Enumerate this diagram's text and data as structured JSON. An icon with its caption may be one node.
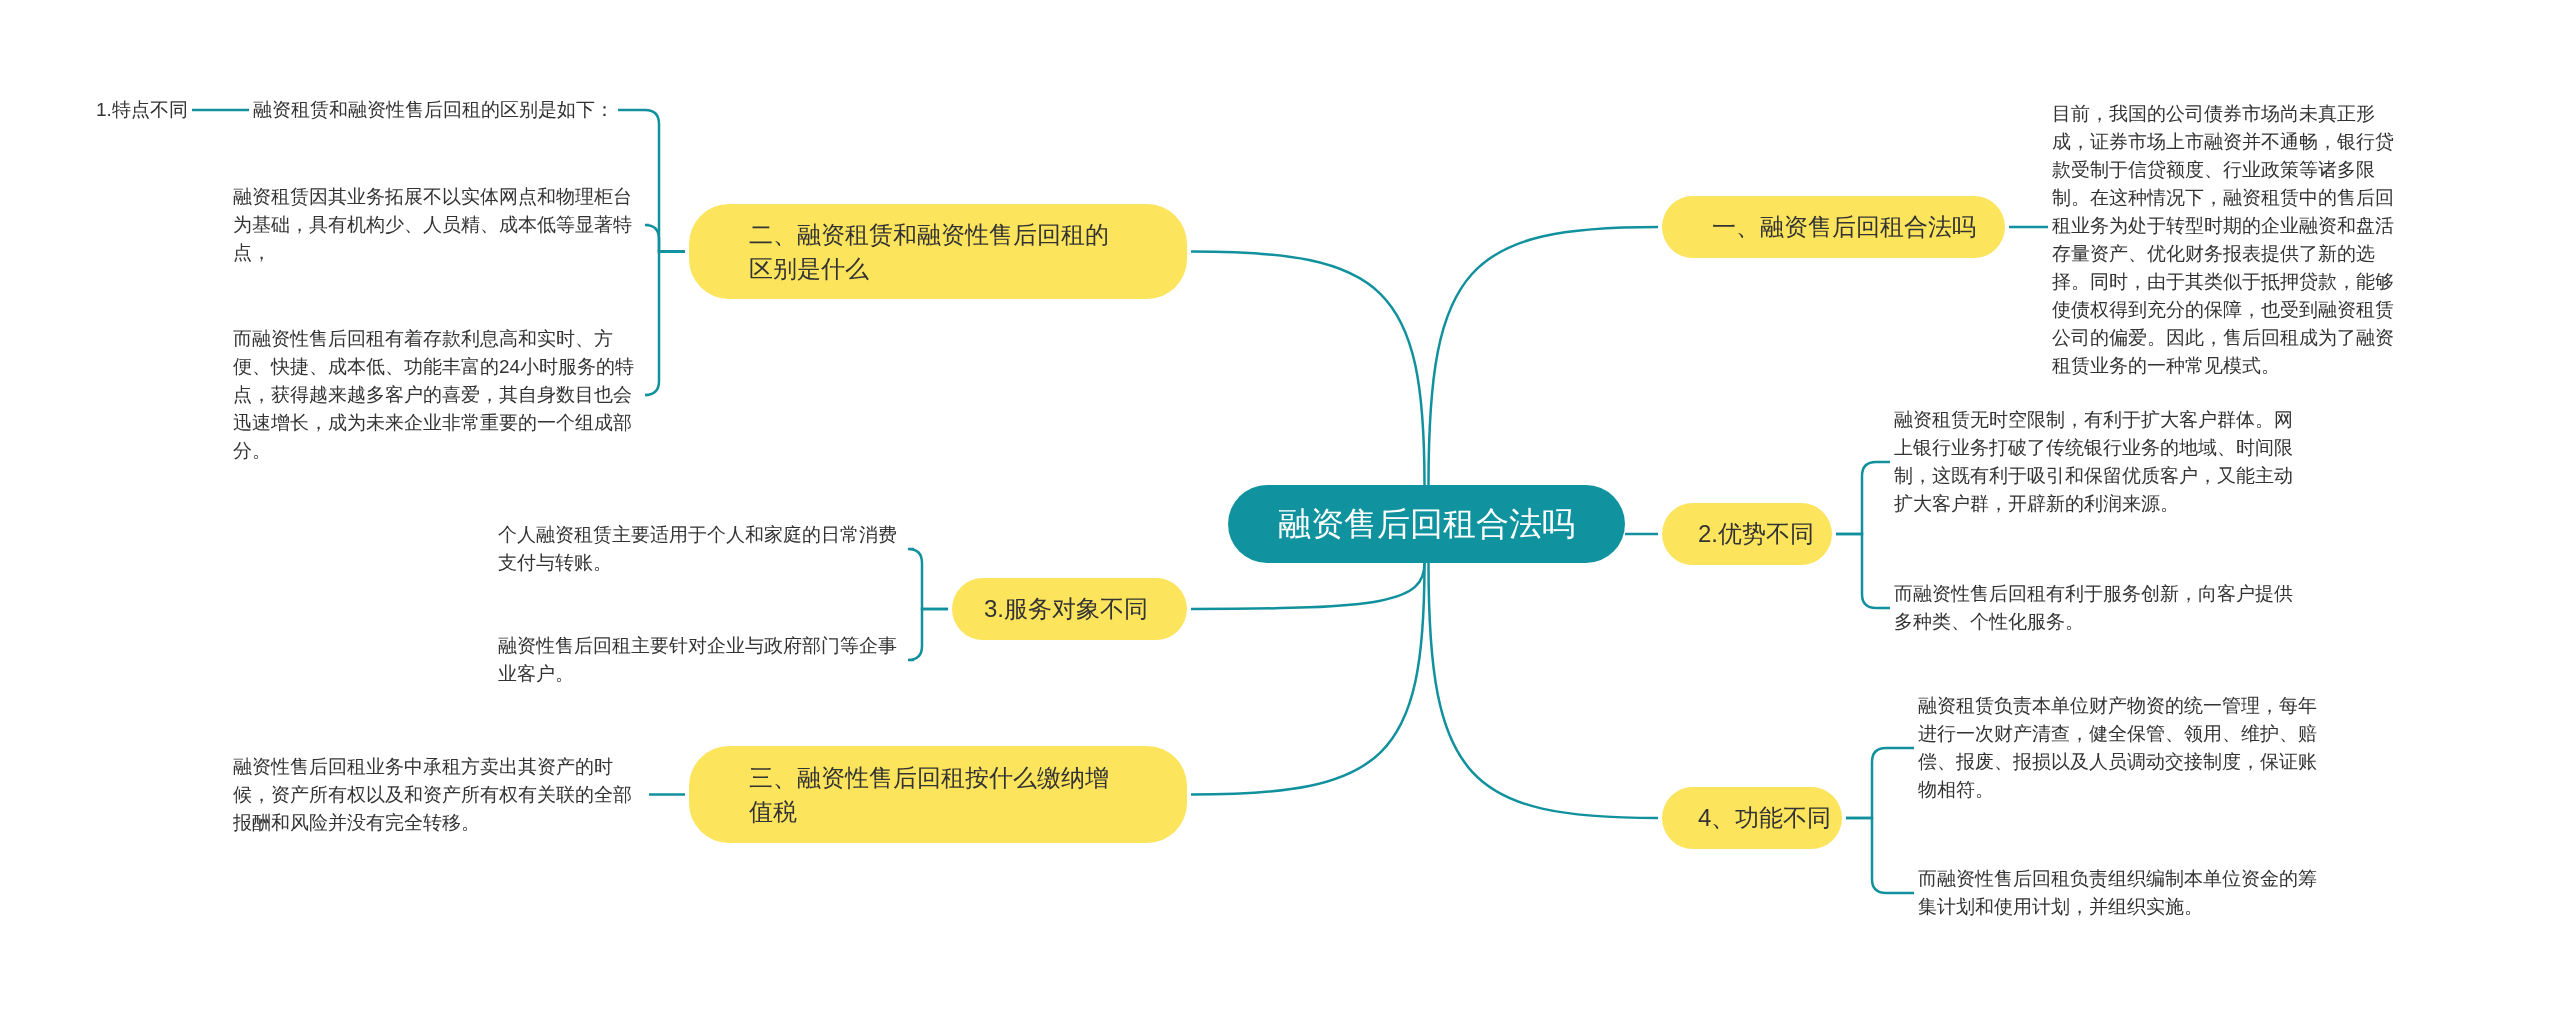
{
  "diagram": {
    "nodes": [
      {
        "text": [
          "融资售后回租合法吗"
        ]
      },
      {
        "text": [
          "一、融资售后回租合法吗"
        ]
      },
      {
        "text": [
          "目前，我国的公司债券市场尚未真正形成，证券市场上市融资并不通畅，银行贷款受制于信贷额度、行业政策等诸多限制。在这种情况下，融资租赁中的售后回租业务为处于转型时期的企业融资和盘活存量资产、优化财务报表提供了新的选择。同时，由于其类似于抵押贷款，能够使债权得到充分的保障，也受到融资租赁公司的偏爱。因此，售后回租成为了融资租赁业务的一种常见模式。"
        ]
      },
      {
        "text": [
          "2.优势不同"
        ]
      },
      {
        "text": [
          "融资租赁无时空限制，有利于扩大客户群体。网上银行业务打破了传统银行业务的地域、时间限制，这既有利于吸引和保留优质客户，又能主动扩大客户群，开辟新的利润来源。"
        ]
      },
      {
        "text": [
          "而融资性售后回租有利于服务创新，向客户提供多种类、个性化服务。"
        ]
      },
      {
        "text": [
          "4、功能不同"
        ]
      },
      {
        "text": [
          "融资租赁负责本单位财产物资的统一管理，每年进行一次财产清查，健全保管、领用、维护、赔偿、报废、报损以及人员调动交接制度，保证账物相符。"
        ]
      },
      {
        "text": [
          "而融资性售后回租负责组织编制本单位资金的筹集计划和使用计划，并组织实施。"
        ]
      },
      {
        "text": [
          "二、融资租赁和融资性售后回租的区别是什么"
        ]
      },
      {
        "text": [
          "融资租赁和融资性售后回租的区别是如下："
        ]
      },
      {
        "text": [
          "1.特点不同"
        ]
      },
      {
        "text": [
          "融资租赁因其业务拓展不以实体网点和物理柜台为基础，具有机构少、人员精、成本低等显著特点，"
        ]
      },
      {
        "text": [
          "而融资性售后回租有着存款利息高和实时、方便、快捷、成本低、功能丰富的24小时服务的特点，获得越来越多客户的喜爱，其自身数目也会迅速增长，成为未来企业非常重要的一个组成部分。"
        ]
      },
      {
        "text": [
          "3.服务对象不同"
        ]
      },
      {
        "text": [
          "个人融资租赁主要适用于个人和家庭的日常消费支付与转账。"
        ]
      },
      {
        "text": [
          "融资性售后回租主要针对企业与政府部门等企事业客户。"
        ]
      },
      {
        "text": [
          "三、融资性售后回租按什么缴纳增值税"
        ]
      },
      {
        "text": [
          "融资性售后回租业务中承租方卖出其资产的时候，资产所有权以及和资产所有权有关联的全部报酬和风险并没有完全转移。"
        ]
      }
    ],
    "edges": [
      {
        "from": 0,
        "to": 1,
        "arrow": "none"
      },
      {
        "from": 1,
        "to": 2,
        "arrow": "none"
      },
      {
        "from": 0,
        "to": 3,
        "arrow": "none"
      },
      {
        "from": 3,
        "to": 4,
        "arrow": "none"
      },
      {
        "from": 3,
        "to": 5,
        "arrow": "none"
      },
      {
        "from": 0,
        "to": 6,
        "arrow": "none"
      },
      {
        "from": 6,
        "to": 7,
        "arrow": "none"
      },
      {
        "from": 6,
        "to": 8,
        "arrow": "none"
      },
      {
        "from": 0,
        "to": 9,
        "arrow": "none"
      },
      {
        "from": 9,
        "to": 10,
        "arrow": "none"
      },
      {
        "from": 10,
        "to": 11,
        "arrow": "none"
      },
      {
        "from": 9,
        "to": 12,
        "arrow": "none"
      },
      {
        "from": 9,
        "to": 13,
        "arrow": "none"
      },
      {
        "from": 0,
        "to": 14,
        "arrow": "none"
      },
      {
        "from": 14,
        "to": 15,
        "arrow": "none"
      },
      {
        "from": 14,
        "to": 16,
        "arrow": "none"
      },
      {
        "from": 0,
        "to": 17,
        "arrow": "none"
      },
      {
        "from": 17,
        "to": 18,
        "arrow": "none"
      }
    ]
  }
}
